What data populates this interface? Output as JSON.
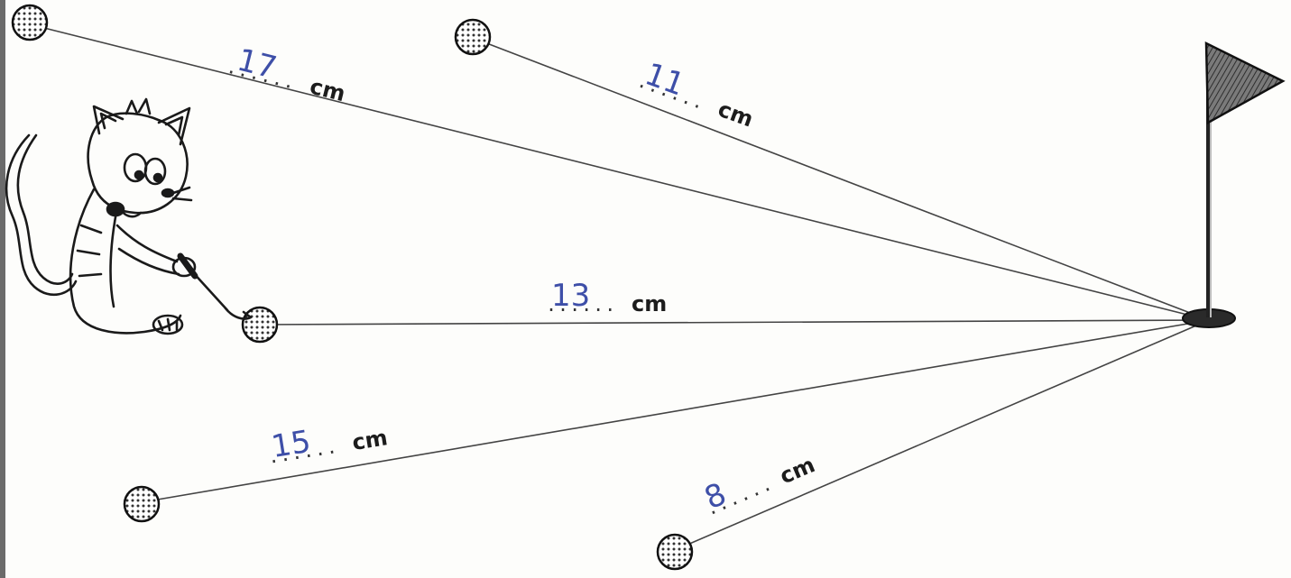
{
  "unit": "cm",
  "dots": "......",
  "colors": {
    "line": "#444444",
    "handwriting": "#3e4fa8",
    "ink": "#1c1c1c",
    "flag": "#4a4a4a"
  },
  "icons": {
    "ball": "golf-ball-icon",
    "flag": "flag-icon",
    "hole": "hole-icon",
    "cat": "cat-golfer-icon"
  },
  "distances": [
    {
      "answer": "17"
    },
    {
      "answer": "11"
    },
    {
      "answer": "13"
    },
    {
      "answer": "15"
    },
    {
      "answer": "8"
    }
  ]
}
